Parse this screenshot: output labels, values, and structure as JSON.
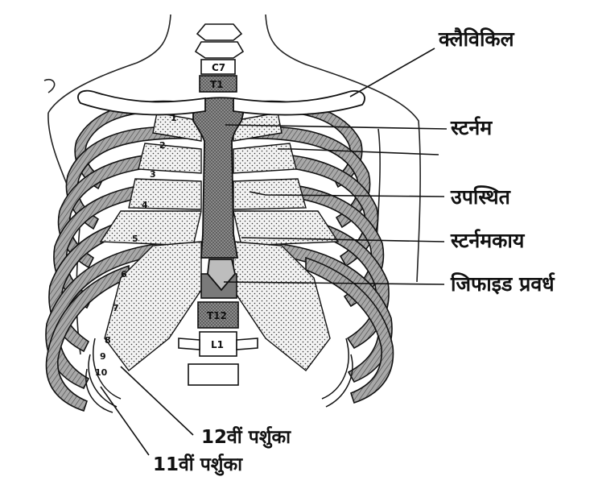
{
  "labels": {
    "clavicle": "क्लैविकिल",
    "sternum": "स्टर्नम",
    "cartilage": "उपस्थित",
    "sternum_body": "स्टर्नमकाय",
    "xiphoid": "जिफाइड प्रवर्ध",
    "rib12": "12वीं पर्शुका",
    "rib11": "11वीं पर्शुका"
  },
  "vertebrae": {
    "c7": "C7",
    "t1": "T1",
    "t12": "T12",
    "l1": "L1"
  },
  "rib_numbers": [
    "1",
    "2",
    "3",
    "4",
    "5",
    "6",
    "7",
    "8",
    "9",
    "10"
  ],
  "colors": {
    "ink": "#111111",
    "rib_fill": "#9a9a9a",
    "bone_fill": "#bdbdbd",
    "cartilage_fill": "#efefef",
    "background": "#ffffff"
  }
}
